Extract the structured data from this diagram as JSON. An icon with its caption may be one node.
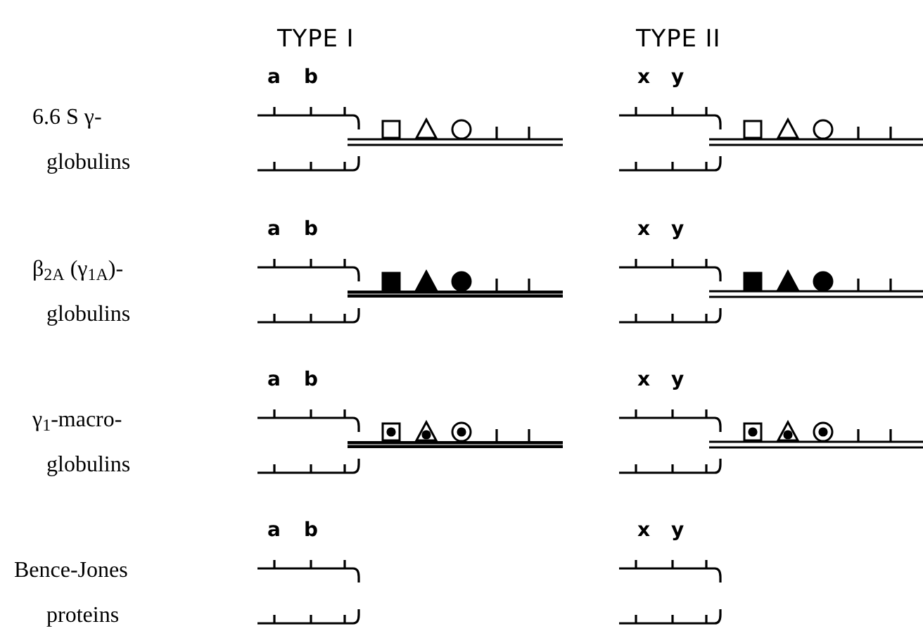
{
  "diagram": {
    "labels": [
      "TYPE I",
      "TYPE II",
      "a",
      "b",
      "x",
      "y",
      "6.6 S γ-",
      "globulins",
      "a",
      "b",
      "x",
      "y",
      "β$_{2A}$ (γ$_{1A}$)-",
      "globulins",
      "a",
      "b",
      "x",
      "y",
      "γ$_{1}$-macro-",
      "globulins",
      "a",
      "b",
      "x",
      "y",
      "Bence-Jones",
      "proteins"
    ]
  }
}
